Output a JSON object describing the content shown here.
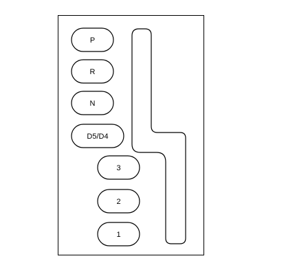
{
  "positions": [
    {
      "label": "P"
    },
    {
      "label": "R"
    },
    {
      "label": "N"
    },
    {
      "label": "D5/D4"
    },
    {
      "label": "3"
    },
    {
      "label": "2"
    },
    {
      "label": "1"
    }
  ],
  "colors": {
    "stroke": "#000000",
    "background": "#ffffff"
  }
}
